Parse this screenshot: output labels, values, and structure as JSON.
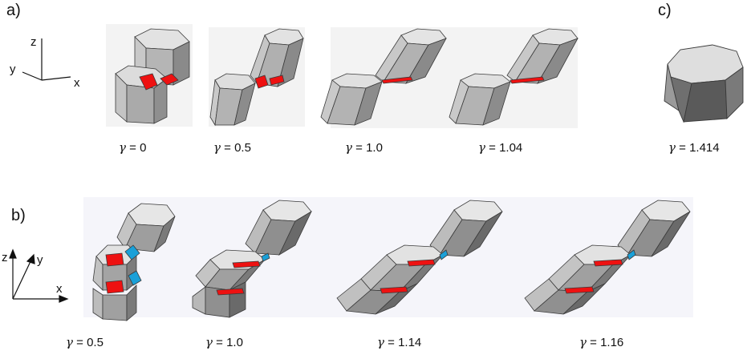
{
  "panels": {
    "a": {
      "label": "a)",
      "gammas": [
        "0",
        "0.5",
        "1.0",
        "1.04"
      ]
    },
    "b": {
      "label": "b)",
      "gammas": [
        "0.5",
        "1.0",
        "1.14",
        "1.16"
      ]
    },
    "c": {
      "label": "c)",
      "gammas": [
        "1.414"
      ]
    }
  },
  "gamma_symbol": "γ",
  "axes_a": {
    "z": "z",
    "y": "y",
    "x": "x"
  },
  "axes_b": {
    "z": "z",
    "y": "y",
    "x": "x"
  },
  "colors": {
    "face_top": "#e8e8e8",
    "face_side_light": "#bdbdbd",
    "face_side_dark": "#7a7a7a",
    "face_side_mid": "#9a9a9a",
    "contact_red": "#ee1111",
    "contact_blue": "#1aa0d8",
    "outline": "#3a3a3a"
  }
}
